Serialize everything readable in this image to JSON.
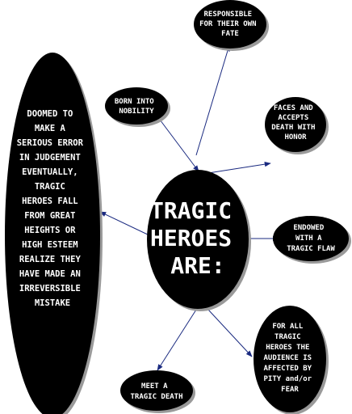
{
  "colors": {
    "bubble_fill": "#000000",
    "bubble_text": "#ffffff",
    "connector": "#1a2a80",
    "shadow": "#9a9a9a"
  },
  "center": {
    "lines": [
      "TRAGIC",
      "HEROES",
      "ARE:"
    ]
  },
  "nodes": {
    "responsible": {
      "lines": [
        "RESPONSIBLE",
        "FOR THEIR OWN",
        "FATE"
      ]
    },
    "born": {
      "lines": [
        "BORN INTO",
        "NOBILITY"
      ]
    },
    "faces": {
      "lines": [
        "FACES AND",
        "ACCEPTS",
        "DEATH WITH",
        "HONOR"
      ]
    },
    "doomed": {
      "lines": [
        "DOOMED TO",
        "MAKE A",
        "SERIOUS ERROR",
        "IN JUDGEMENT",
        "EVENTUALLY,",
        "TRAGIC",
        "HEROES FALL",
        "FROM GREAT",
        "HEIGHTS OR",
        "HIGH ESTEEM",
        "REALIZE THEY",
        "HAVE MADE AN",
        "IRREVERSIBLE",
        "MISTAKE"
      ]
    },
    "endowed": {
      "lines": [
        "ENDOWED",
        "WITH A",
        "TRAGIC FLAW"
      ]
    },
    "audience": {
      "lines": [
        "FOR ALL",
        "TRAGIC",
        "HEROES THE",
        "AUDIENCE IS",
        "AFFECTED BY",
        "PITY and/or",
        "FEAR"
      ]
    },
    "death": {
      "lines": [
        "MEET A",
        "TRAGIC DEATH"
      ]
    }
  }
}
